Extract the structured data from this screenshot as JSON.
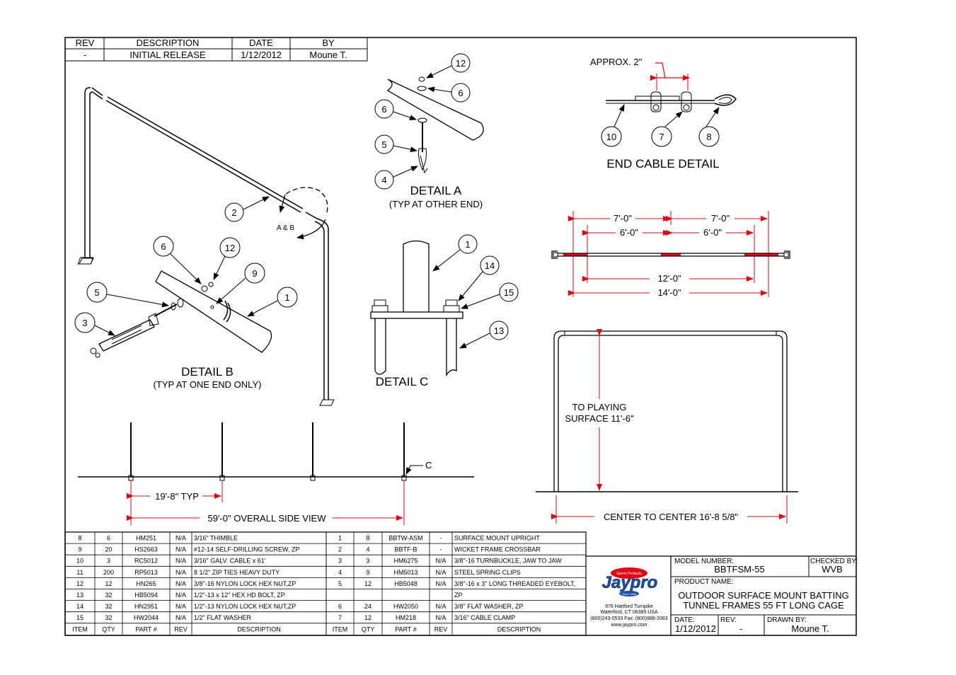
{
  "revision_block": {
    "headers": [
      "REV",
      "DESCRIPTION",
      "DATE",
      "BY"
    ],
    "row": [
      "-",
      "INITIAL RELEASE",
      "1/12/2012",
      "Moune  T."
    ]
  },
  "callouts": {
    "detail_a": [
      "12",
      "6",
      "6",
      "5",
      "4"
    ],
    "end_cable": [
      "10",
      "7",
      "8"
    ],
    "frame": [
      "2"
    ],
    "detail_b": [
      "6",
      "12",
      "9",
      "1",
      "5",
      "3"
    ],
    "detail_c": [
      "1",
      "14",
      "15",
      "13"
    ]
  },
  "labels": {
    "detail_a_title": "DETAIL  A",
    "detail_a_note": "(TYP AT OTHER END)",
    "detail_b_title": "DETAIL  B",
    "detail_b_note": "(TYP AT ONE END ONLY)",
    "detail_c_title": "DETAIL  C",
    "end_cable_title": "END CABLE DETAIL",
    "approx": "APPROX.  2\"",
    "a_and_b": "A & B",
    "c_marker": "C"
  },
  "dimensions": {
    "cable_top_left": "7'-0\"",
    "cable_top_right": "7'-0\"",
    "cable_mid_left": "6'-0\"",
    "cable_mid_right": "6'-0\"",
    "cable_12": "12'-0\"",
    "cable_14": "14'-0\"",
    "to_playing_line1": "TO PLAYING",
    "to_playing_line2": "SURFACE 11'-6\"",
    "center_to_center": "CENTER TO CENTER 16'-8 5/8\"",
    "typ_spacing": "19'-8\" TYP",
    "overall": "59'-0\" OVERALL SIDE VIEW"
  },
  "bom": {
    "headers_left": [
      "ITEM",
      "QTY",
      "PART #",
      "REV",
      "DESCRIPTION"
    ],
    "headers_right": [
      "ITEM",
      "QTY",
      "PART #",
      "REV",
      "DESCRIPTION"
    ],
    "left": [
      [
        "8",
        "6",
        "HM251",
        "N/A",
        "3/16\" THIMBLE"
      ],
      [
        "9",
        "20",
        "HS2663",
        "N/A",
        "#12-14 SELF-DRILLING SCREW, ZP"
      ],
      [
        "10",
        "3",
        "RC5012",
        "N/A",
        "3/16\" GALV. CABLE x 61'"
      ],
      [
        "11",
        "200",
        "RP5013",
        "N/A",
        "8 1/2\" ZIP TIES HEAVY DUTY"
      ],
      [
        "12",
        "12",
        "HN265",
        "N/A",
        "3/8\"-16 NYLON LOCK HEX NUT,ZP"
      ],
      [
        "13",
        "32",
        "HB5094",
        "N/A",
        "1/2\"-13 x 12\" HEX HD BOLT, ZP"
      ],
      [
        "14",
        "32",
        "HN2951",
        "N/A",
        "1/2\"-13 NYLON LOCK HEX NUT,ZP"
      ],
      [
        "15",
        "32",
        "HW2044",
        "N/A",
        "1/2\" FLAT WASHER"
      ]
    ],
    "right": [
      [
        "1",
        "8",
        "BBTW-ASM",
        "-",
        "SURFACE MOUNT UPRIGHT"
      ],
      [
        "2",
        "4",
        "BBTF-B",
        "-",
        "WICKET FRAME CROSSBAR"
      ],
      [
        "3",
        "3",
        "HM6275",
        "N/A",
        "3/8\"-16 TURNBUCKLE, JAW TO JAW"
      ],
      [
        "4",
        "9",
        "HM5013",
        "N/A",
        "STEEL SPRING CLIPS"
      ],
      [
        "5",
        "12",
        "HB5048",
        "N/A",
        "3/8\"-16 x 3\" LONG THREADED EYEBOLT,"
      ],
      [
        "",
        "",
        "",
        "",
        "ZP"
      ],
      [
        "6",
        "24",
        "HW2050",
        "N/A",
        "3/8\" FLAT WASHER, ZP"
      ],
      [
        "7",
        "12",
        "HM218",
        "N/A",
        "3/16\" CABLE CLAMP"
      ]
    ]
  },
  "title_block": {
    "logo": "Jaypro",
    "logo_tagline_top": "Sports Products",
    "logo_tagline_bottom": "Since 1968",
    "address1": "976 Hartford Turnpike",
    "address2": "Waterford, CT 06385 USA",
    "phone": "(800)243-0533  Fax: (800)988-3363",
    "web": "www.jaypro.com",
    "model_label": "MODEL NUMBER:",
    "model_value": "BBTFSM-55",
    "checked_label": "CHECKED BY:",
    "checked_value": "WVB",
    "product_label": "PRODUCT NAME:",
    "product_line1": "OUTDOOR SURFACE MOUNT BATTING",
    "product_line2": "TUNNEL FRAMES 55 FT LONG CAGE",
    "date_label": "DATE:",
    "date_value": "1/12/2012",
    "rev_label": "REV:",
    "rev_value": "-",
    "drawn_label": "DRAWN BY:",
    "drawn_value": "Moune  T."
  },
  "colors": {
    "dimension": "#e30613",
    "logo_blue": "#1a4fa3",
    "line": "#000000"
  }
}
